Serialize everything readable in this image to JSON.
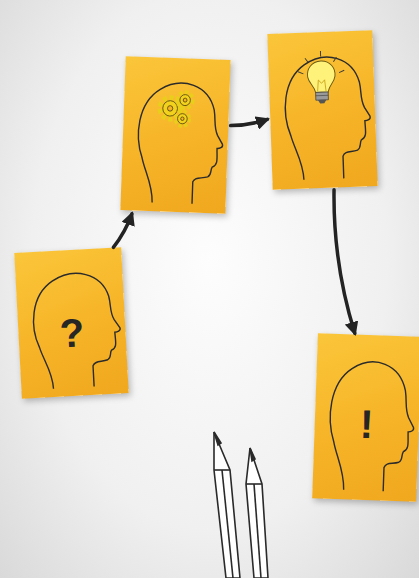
{
  "diagram": {
    "nodes": [
      {
        "text": [
          "?"
        ]
      },
      {
        "text": []
      },
      {
        "text": []
      },
      {
        "text": [
          "!"
        ]
      }
    ],
    "edges": [
      {
        "from": 0,
        "to": 1,
        "arrow": "to"
      },
      {
        "from": 1,
        "to": 2,
        "arrow": "to"
      },
      {
        "from": 2,
        "to": 3,
        "arrow": "to"
      }
    ]
  }
}
